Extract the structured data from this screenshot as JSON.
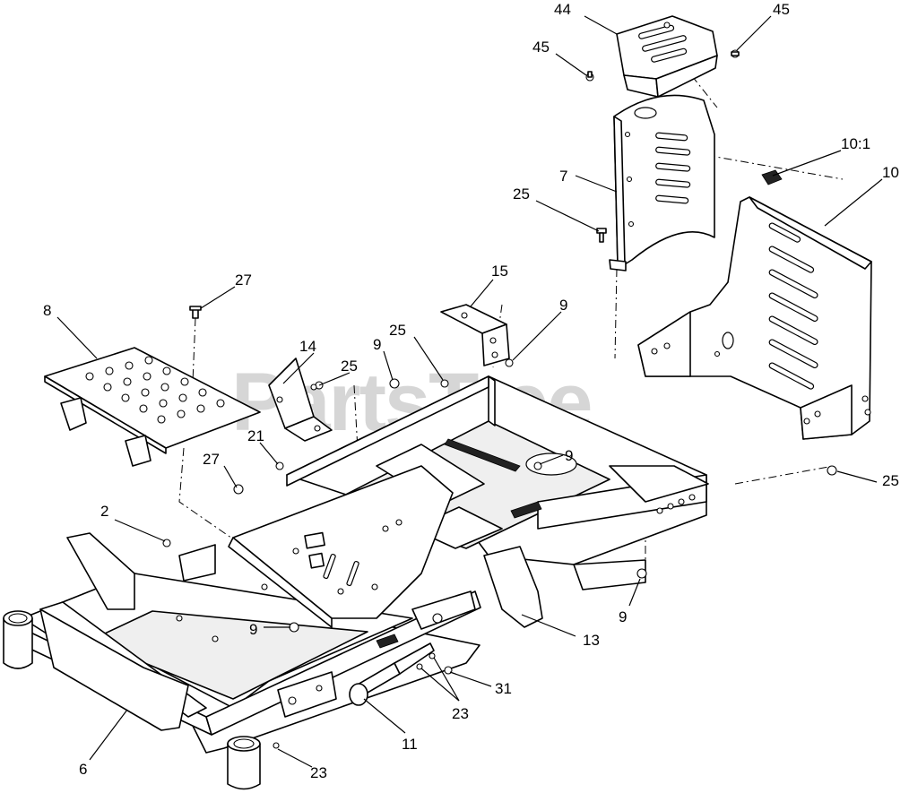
{
  "watermark": {
    "text": "PartsTree",
    "trademark": "TM"
  },
  "callouts": [
    {
      "id": "c44",
      "label": "44"
    },
    {
      "id": "c45a",
      "label": "45"
    },
    {
      "id": "c45b",
      "label": "45"
    },
    {
      "id": "c7",
      "label": "7"
    },
    {
      "id": "c25a",
      "label": "25"
    },
    {
      "id": "c10_1",
      "label": "10:1"
    },
    {
      "id": "c10",
      "label": "10"
    },
    {
      "id": "c27a",
      "label": "27"
    },
    {
      "id": "c8",
      "label": "8"
    },
    {
      "id": "c15",
      "label": "15"
    },
    {
      "id": "c9a",
      "label": "9"
    },
    {
      "id": "c14",
      "label": "14"
    },
    {
      "id": "c25b",
      "label": "25"
    },
    {
      "id": "c9b",
      "label": "9"
    },
    {
      "id": "c25c",
      "label": "25"
    },
    {
      "id": "c21",
      "label": "21"
    },
    {
      "id": "c27b",
      "label": "27"
    },
    {
      "id": "c9c",
      "label": "9"
    },
    {
      "id": "c25d",
      "label": "25"
    },
    {
      "id": "c2",
      "label": "2"
    },
    {
      "id": "c9d",
      "label": "9"
    },
    {
      "id": "c9e",
      "label": "9"
    },
    {
      "id": "c13",
      "label": "13"
    },
    {
      "id": "c31",
      "label": "31"
    },
    {
      "id": "c23a",
      "label": "23"
    },
    {
      "id": "c11",
      "label": "11"
    },
    {
      "id": "c6",
      "label": "6"
    },
    {
      "id": "c23b",
      "label": "23"
    }
  ]
}
